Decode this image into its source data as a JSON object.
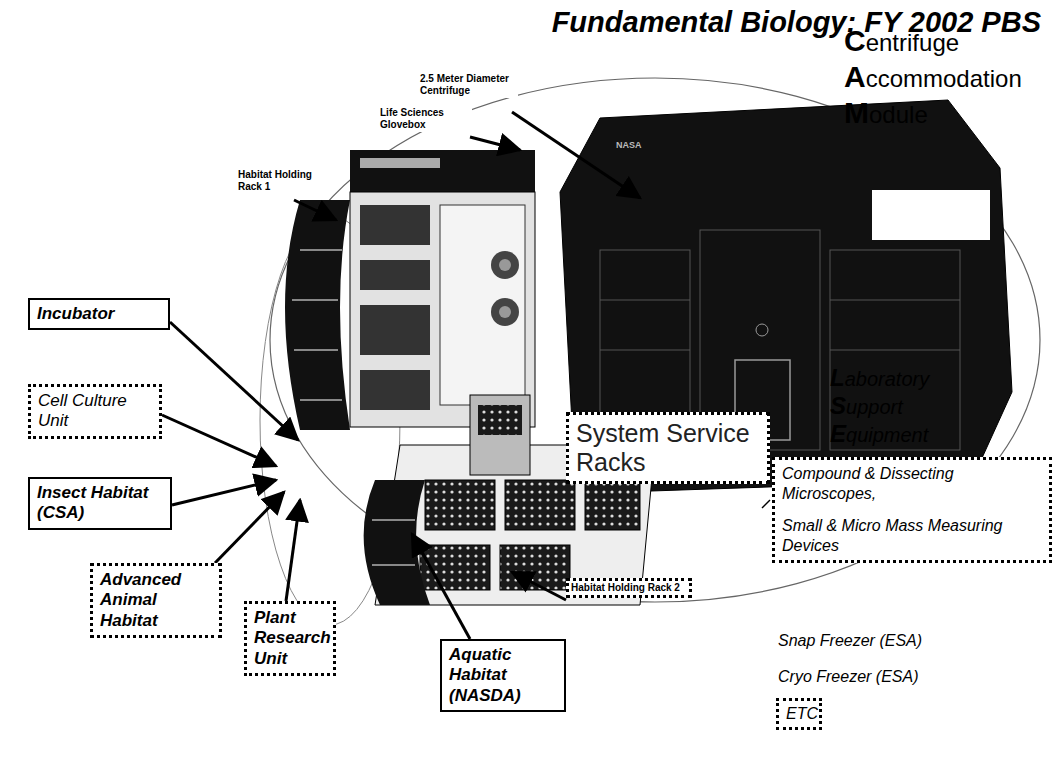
{
  "diagram": {
    "title": "Fundamental Biology: FY 2002 PBS",
    "nodes": [
      {
        "text": [
          "Incubator"
        ]
      },
      {
        "text": [
          "Cell Culture Unit"
        ]
      },
      {
        "text": [
          "System Service Racks"
        ]
      },
      {
        "text": [
          "Compound & Dissecting Microscopes,",
          "Small & Micro Mass Measuring Devices"
        ]
      },
      {
        "text": [
          "Insect Habitat (CSA)"
        ]
      },
      {
        "text": [
          "Habitat Holding Rack 2"
        ]
      },
      {
        "text": [
          "Advanced Animal Habitat"
        ]
      },
      {
        "text": [
          "Plant Research Unit"
        ]
      },
      {
        "text": [
          "Aquatic Habitat (NASDA)"
        ]
      },
      {
        "text": [
          "ETC"
        ]
      }
    ],
    "labels": [
      "2.5 Meter Diameter Centrifuge",
      "Life Sciences Glovebox",
      "Habitat Holding Rack 1",
      "Centrifuge",
      "Accommodation",
      "Module",
      "NASA",
      "Laboratory",
      "Support",
      "Equipment",
      "Snap Freezer (ESA)",
      "Cryo Freezer (ESA)"
    ]
  }
}
